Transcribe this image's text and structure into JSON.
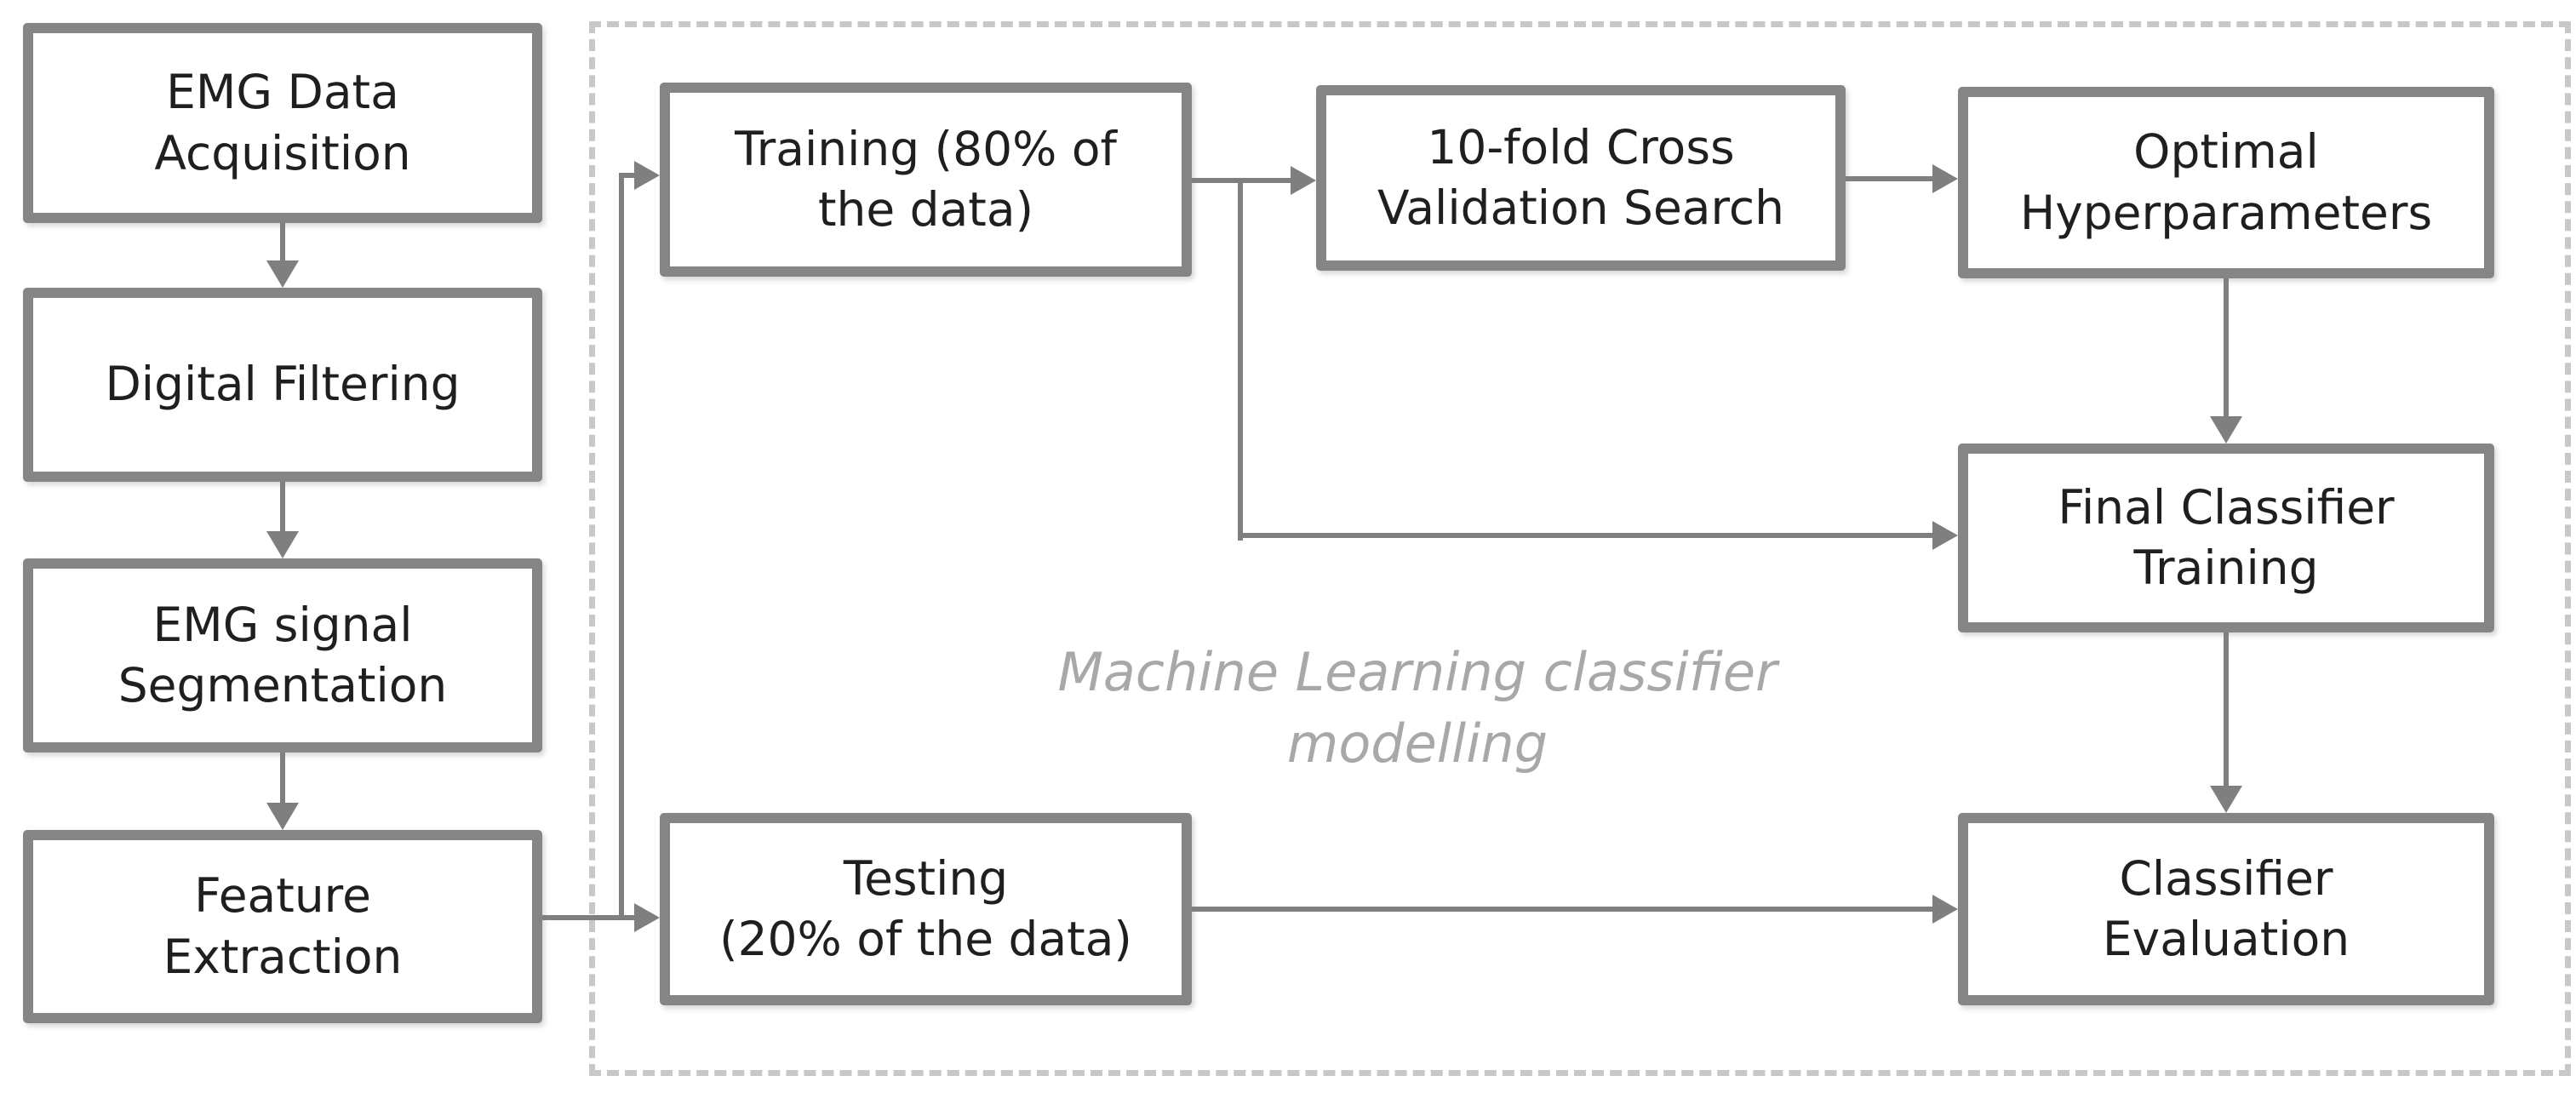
{
  "diagram": {
    "type": "flowchart",
    "background": "#ffffff"
  },
  "colors": {
    "box_border": "#858585",
    "box_text": "#1f1f1f",
    "connector": "#7f7f7f",
    "dashed_border": "#c8c8c8",
    "group_label": "#a8a8a8"
  },
  "nodes": {
    "emg_data_acquisition": {
      "label": "EMG Data\nAcquisition"
    },
    "digital_filtering": {
      "label": "Digital Filtering"
    },
    "emg_signal_segmentation": {
      "label": "EMG signal\nSegmentation"
    },
    "feature_extraction": {
      "label": "Feature\nExtraction"
    },
    "training": {
      "label": "Training (80% of\nthe data)"
    },
    "cross_validation": {
      "label": "10-fold Cross\nValidation Search"
    },
    "optimal_hyperparameters": {
      "label": "Optimal\nHyperparameters"
    },
    "final_classifier_training": {
      "label": "Final Classifier\nTraining"
    },
    "classifier_evaluation": {
      "label": "Classifier\nEvaluation"
    },
    "testing": {
      "label": "Testing\n(20% of the data)"
    }
  },
  "group": {
    "label": "Machine Learning classifier\nmodelling"
  },
  "edges": [
    {
      "from": "EMG Data Acquisition",
      "to": "Digital Filtering"
    },
    {
      "from": "Digital Filtering",
      "to": "EMG signal Segmentation"
    },
    {
      "from": "EMG signal Segmentation",
      "to": "Feature Extraction"
    },
    {
      "from": "Feature Extraction",
      "to": "Training (80% of the data)"
    },
    {
      "from": "Feature Extraction",
      "to": "Testing (20% of the data)"
    },
    {
      "from": "Training (80% of the data)",
      "to": "10-fold Cross Validation Search"
    },
    {
      "from": "Training (80% of the data)",
      "to": "Final Classifier Training"
    },
    {
      "from": "10-fold Cross Validation Search",
      "to": "Optimal Hyperparameters"
    },
    {
      "from": "Optimal Hyperparameters",
      "to": "Final Classifier Training"
    },
    {
      "from": "Final Classifier Training",
      "to": "Classifier Evaluation"
    },
    {
      "from": "Testing (20% of the data)",
      "to": "Classifier Evaluation"
    }
  ]
}
